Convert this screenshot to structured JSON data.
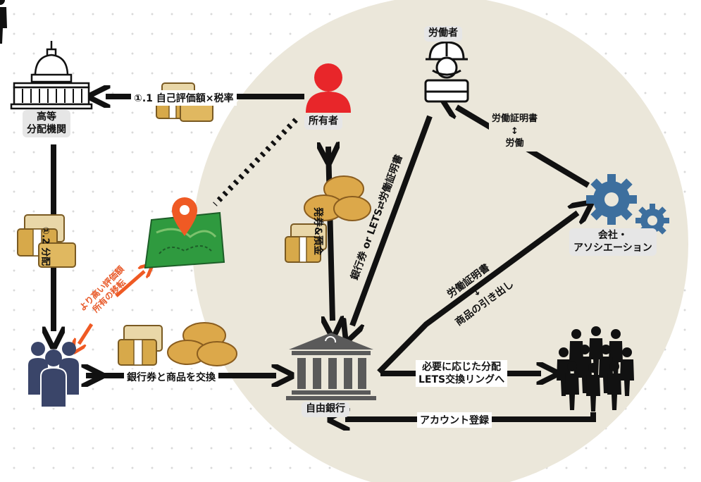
{
  "nodes": {
    "high_agency": [
      "高等",
      "分配機関"
    ],
    "owner": "所有者",
    "worker": "労働者",
    "company": [
      "会社・",
      "アソシエーション"
    ],
    "free_bank": "自由銀行"
  },
  "edges": {
    "tax": "①.1 自己評価額×税率",
    "distribution": "①.2 分配",
    "transfer": [
      "より高い評価額",
      "所有の移転"
    ],
    "exchange": "銀行券と商品を交換",
    "issue_deposit": "発券&預金",
    "labor_cert_worker": "銀行券 or LETS⇄労働証明書",
    "company_worker": [
      "労働証明書",
      "↕",
      "労働"
    ],
    "company_bank": [
      "労働証明書",
      "↕",
      "商品の引き出し"
    ],
    "need_based": [
      "必要に応じた分配",
      "LETS交換リングへ"
    ],
    "account": "アカウント登録"
  },
  "colors": {
    "circle_fill": "#ebe7da",
    "owner_red": "#e8262a",
    "map_green": "#2f9a3f",
    "pin_orange": "#ef5a24",
    "gear_blue": "#3d6f9e",
    "people_navy": "#3a4569",
    "transfer_text": "#e85a2a",
    "money_gold": "#d7a94a"
  }
}
